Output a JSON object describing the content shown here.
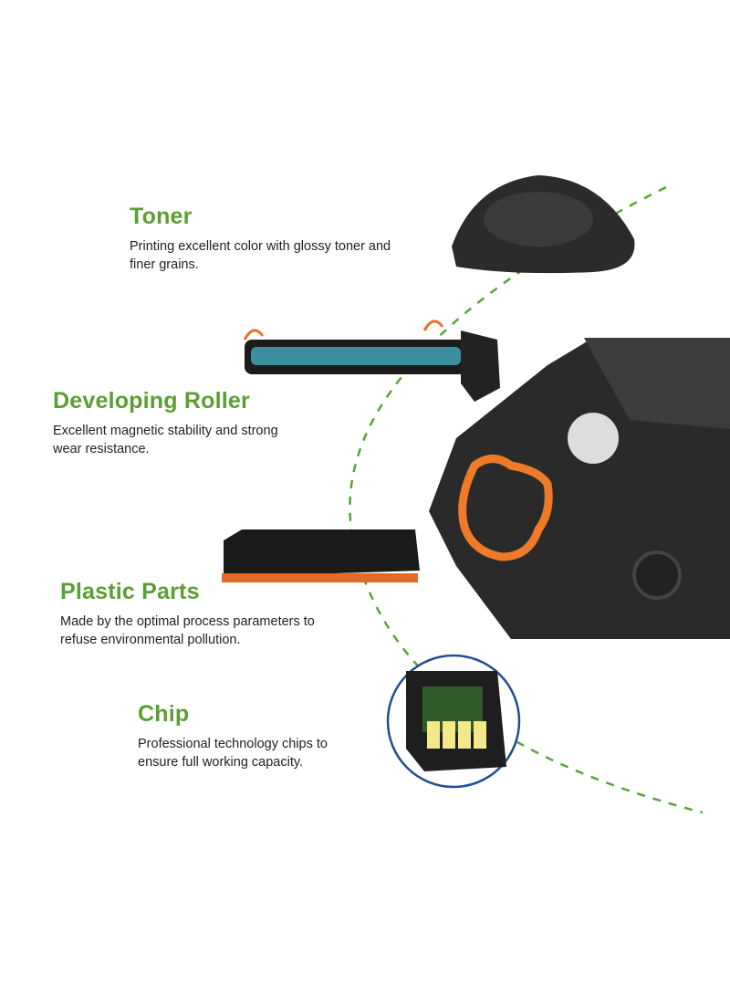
{
  "colors": {
    "accent": "#5c9e35",
    "dash": "#5aa33a",
    "chip_ring": "#1f4f8f"
  },
  "features": [
    {
      "title": "Toner",
      "description_lines": [
        "Printing excellent color with glossy toner and",
        "finer grains."
      ]
    },
    {
      "title": "Developing Roller",
      "description_lines": [
        "Excellent magnetic stability and strong",
        "wear resistance."
      ]
    },
    {
      "title": "Plastic Parts",
      "description_lines": [
        "Made by the optimal process parameters to",
        "refuse environmental pollution."
      ]
    },
    {
      "title": "Chip",
      "description_lines": [
        "Professional technology chips to",
        "ensure full working capacity."
      ]
    }
  ]
}
